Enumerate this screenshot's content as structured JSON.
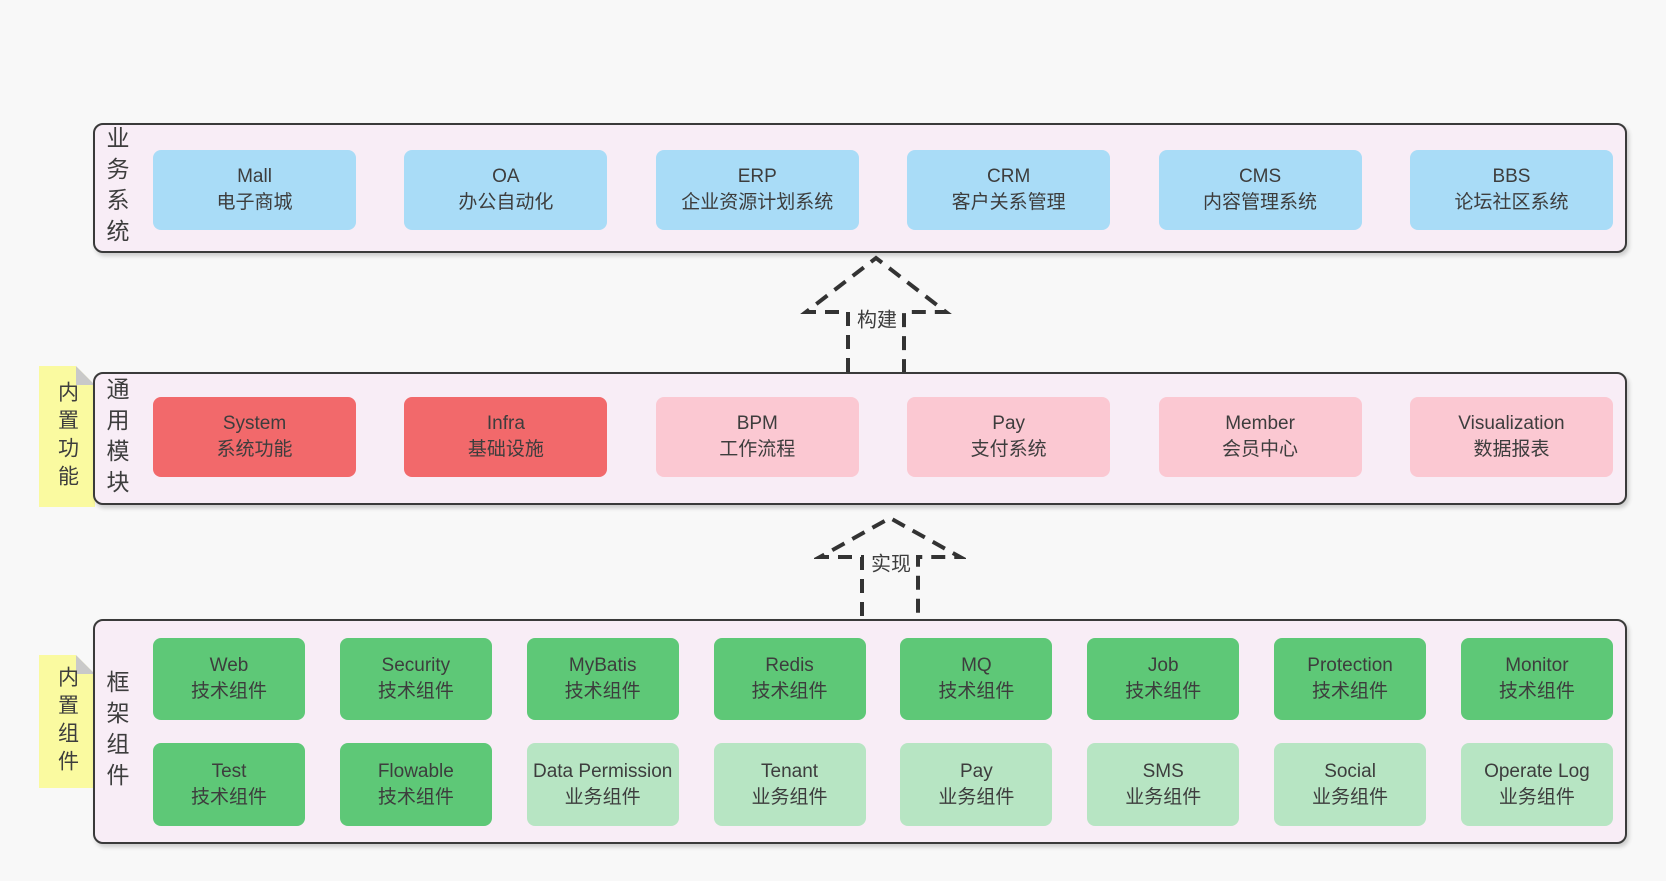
{
  "palette": {
    "page-bg": "#f8f8f8",
    "container-bg": "#f8edf6",
    "border": "#3a3a3a",
    "text": "#3d3d3d",
    "blue": "#a9dcf7",
    "red": "#f2696b",
    "pink": "#fbc8d2",
    "green": "#5ec877",
    "green-light": "#b7e5c3",
    "note-bg": "#fafaa0",
    "fold-gray": "#c9c9c9"
  },
  "layers": [
    {
      "title": "业务系统",
      "note": null,
      "rows": [
        [
          {
            "en": "Mall",
            "zh": "电子商城",
            "style": "blue"
          },
          {
            "en": "OA",
            "zh": "办公自动化",
            "style": "blue"
          },
          {
            "en": "ERP",
            "zh": "企业资源计划系统",
            "style": "blue"
          },
          {
            "en": "CRM",
            "zh": "客户关系管理",
            "style": "blue"
          },
          {
            "en": "CMS",
            "zh": "内容管理系统",
            "style": "blue"
          },
          {
            "en": "BBS",
            "zh": "论坛社区系统",
            "style": "blue"
          }
        ]
      ]
    },
    {
      "title": "通用模块",
      "note": "内置功能",
      "rows": [
        [
          {
            "en": "System",
            "zh": "系统功能",
            "style": "red"
          },
          {
            "en": "Infra",
            "zh": "基础设施",
            "style": "red"
          },
          {
            "en": "BPM",
            "zh": "工作流程",
            "style": "pink"
          },
          {
            "en": "Pay",
            "zh": "支付系统",
            "style": "pink"
          },
          {
            "en": "Member",
            "zh": "会员中心",
            "style": "pink"
          },
          {
            "en": "Visualization",
            "zh": "数据报表",
            "style": "pink"
          }
        ]
      ]
    },
    {
      "title": "框架组件",
      "note": "内置组件",
      "rows": [
        [
          {
            "en": "Web",
            "zh": "技术组件",
            "style": "green"
          },
          {
            "en": "Security",
            "zh": "技术组件",
            "style": "green"
          },
          {
            "en": "MyBatis",
            "zh": "技术组件",
            "style": "green"
          },
          {
            "en": "Redis",
            "zh": "技术组件",
            "style": "green"
          },
          {
            "en": "MQ",
            "zh": "技术组件",
            "style": "green"
          },
          {
            "en": "Job",
            "zh": "技术组件",
            "style": "green"
          },
          {
            "en": "Protection",
            "zh": "技术组件",
            "style": "green"
          },
          {
            "en": "Monitor",
            "zh": "技术组件",
            "style": "green"
          }
        ],
        [
          {
            "en": "Test",
            "zh": "技术组件",
            "style": "green"
          },
          {
            "en": "Flowable",
            "zh": "技术组件",
            "style": "green"
          },
          {
            "en": "Data Permission",
            "zh": "业务组件",
            "style": "green-light"
          },
          {
            "en": "Tenant",
            "zh": "业务组件",
            "style": "green-light"
          },
          {
            "en": "Pay",
            "zh": "业务组件",
            "style": "green-light"
          },
          {
            "en": "SMS",
            "zh": "业务组件",
            "style": "green-light"
          },
          {
            "en": "Social",
            "zh": "业务组件",
            "style": "green-light"
          },
          {
            "en": "Operate Log",
            "zh": "业务组件",
            "style": "green-light"
          }
        ]
      ]
    }
  ],
  "arrows": [
    {
      "label": "构建"
    },
    {
      "label": "实现"
    }
  ]
}
